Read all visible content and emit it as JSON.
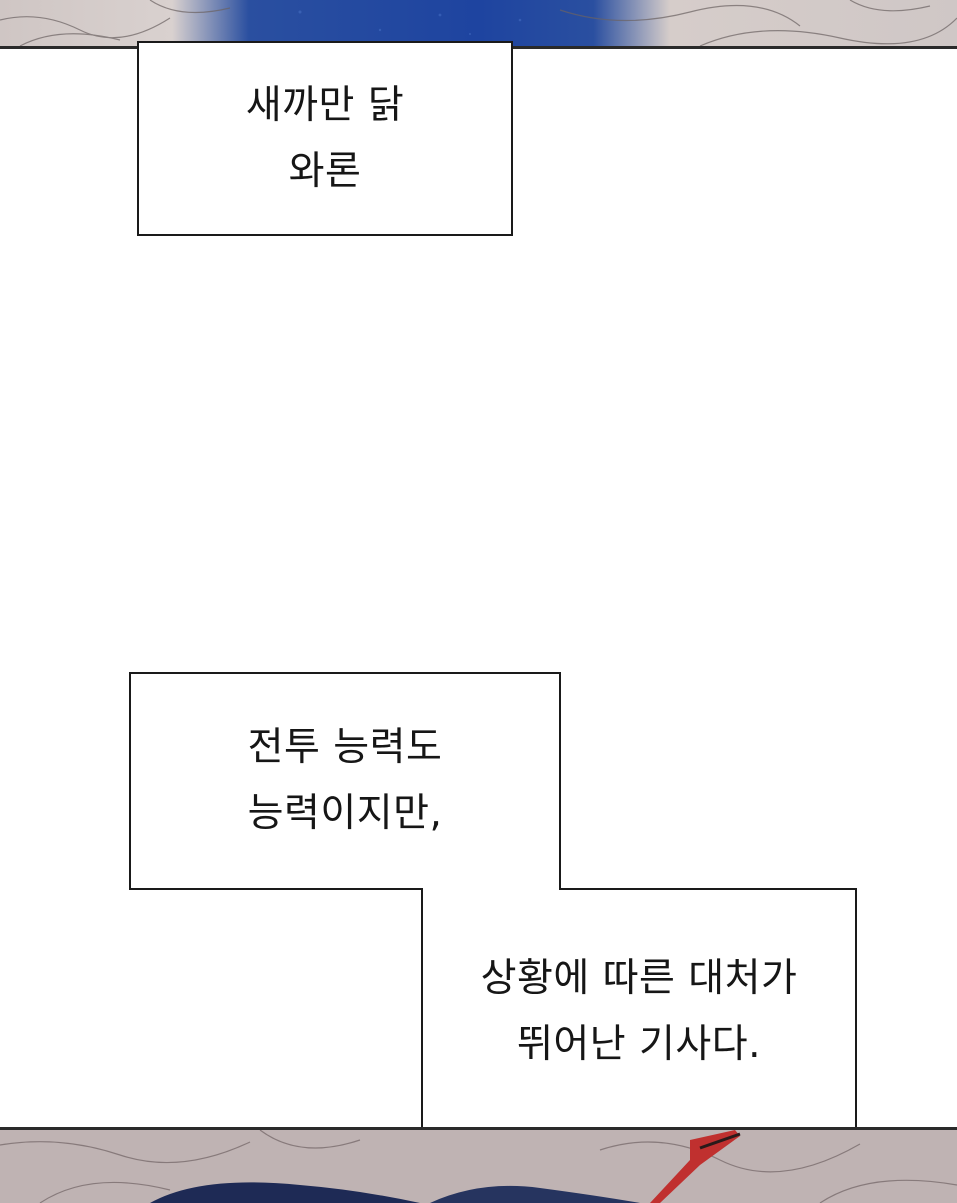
{
  "panels": {
    "top_art": {
      "palette": [
        "#cfc6c4",
        "#1e44a0",
        "#2a2a2a"
      ]
    },
    "bottom_art": {
      "palette": [
        "#bfb3b3",
        "#1e2a55",
        "#c0302f",
        "#2a2a2a"
      ]
    }
  },
  "captions": [
    {
      "lines": [
        "새까만 닭",
        "와론"
      ]
    },
    {
      "lines": [
        "전투 능력도",
        "능력이지만,"
      ]
    },
    {
      "lines": [
        "상황에 따른 대처가",
        "뛰어난 기사다."
      ]
    }
  ]
}
